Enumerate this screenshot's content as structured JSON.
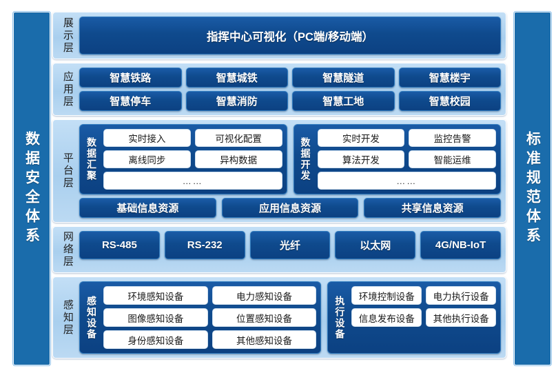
{
  "colors": {
    "navy": "#104c90",
    "light_blue": "#b2d4f0",
    "side_blue": "#1a6cab",
    "white": "#ffffff"
  },
  "side_bars": {
    "left": "数据安全体系",
    "right": "标准规范体系"
  },
  "layers": [
    {
      "id": "display",
      "label": "展示层",
      "items": [
        "指挥中心可视化（PC端/移动端）"
      ]
    },
    {
      "id": "application",
      "label": "应用层",
      "row1": [
        "智慧铁路",
        "智慧城铁",
        "智慧隧道",
        "智慧楼宇"
      ],
      "row2": [
        "智慧停车",
        "智慧消防",
        "智慧工地",
        "智慧校园"
      ]
    },
    {
      "id": "platform",
      "label": "平台层",
      "groups": [
        {
          "label": "数据汇聚",
          "row1": [
            "实时接入",
            "可视化配置"
          ],
          "row2": [
            "离线同步",
            "异构数据"
          ],
          "row3": [
            "……"
          ]
        },
        {
          "label": "数据开发",
          "row1": [
            "实时开发",
            "监控告警"
          ],
          "row2": [
            "算法开发",
            "智能运维"
          ],
          "row3": [
            "……"
          ]
        }
      ],
      "resources": [
        "基础信息资源",
        "应用信息资源",
        "共享信息资源"
      ]
    },
    {
      "id": "network",
      "label": "网络层",
      "items": [
        "RS-485",
        "RS-232",
        "光纤",
        "以太网",
        "4G/NB-IoT"
      ]
    },
    {
      "id": "sensing",
      "label": "感知层",
      "groups": [
        {
          "label": "感知设备",
          "row1": [
            "环境感知设备",
            "电力感知设备"
          ],
          "row2": [
            "图像感知设备",
            "位置感知设备"
          ],
          "row3": [
            "身份感知设备",
            "其他感知设备"
          ]
        },
        {
          "label": "执行设备",
          "row1": [
            "环境控制设备",
            "电力执行设备"
          ],
          "row2": [
            "信息发布设备",
            "其他执行设备"
          ]
        }
      ]
    }
  ]
}
